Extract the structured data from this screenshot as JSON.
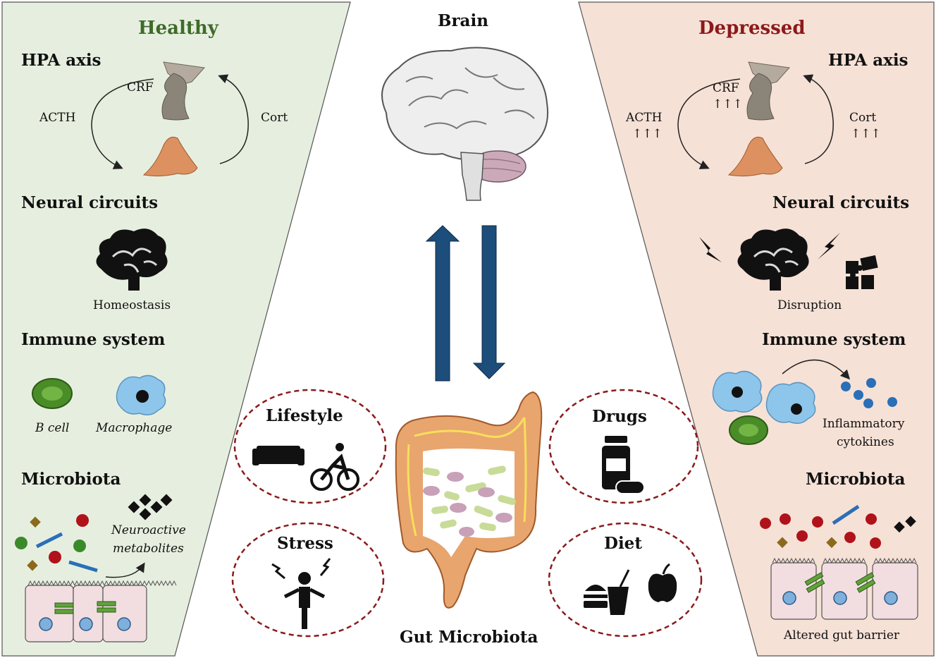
{
  "center": {
    "brain_label": "Brain",
    "gut_label": "Gut Microbiota",
    "factors": {
      "lifestyle": "Lifestyle",
      "drugs": "Drugs",
      "stress": "Stress",
      "diet": "Diet"
    }
  },
  "healthy": {
    "title": "Healthy",
    "hpa_heading": "HPA axis",
    "crf": "CRF",
    "acth": "ACTH",
    "cort": "Cort",
    "neural_heading": "Neural circuits",
    "neural_state": "Homeostasis",
    "immune_heading": "Immune system",
    "b_cell": "B cell",
    "macrophage": "Macrophage",
    "microbiota_heading": "Microbiota",
    "metabolites_line1": "Neuroactive",
    "metabolites_line2": "metabolites"
  },
  "depressed": {
    "title": "Depressed",
    "hpa_heading": "HPA axis",
    "crf": "CRF",
    "acth": "ACTH",
    "cort": "Cort",
    "arrows": "↑↑↑",
    "neural_heading": "Neural circuits",
    "neural_state": "Disruption",
    "immune_heading": "Immune system",
    "cytokines_line1": "Inflammatory",
    "cytokines_line2": "cytokines",
    "microbiota_heading": "Microbiota",
    "barrier": "Altered gut barrier"
  },
  "colors": {
    "healthy_panel": "#e6efdf",
    "depressed_panel": "#f6e1d6",
    "arrow": "#1d4d7a",
    "circle_border": "#8b1a1a",
    "colon": "#e6a46c"
  }
}
